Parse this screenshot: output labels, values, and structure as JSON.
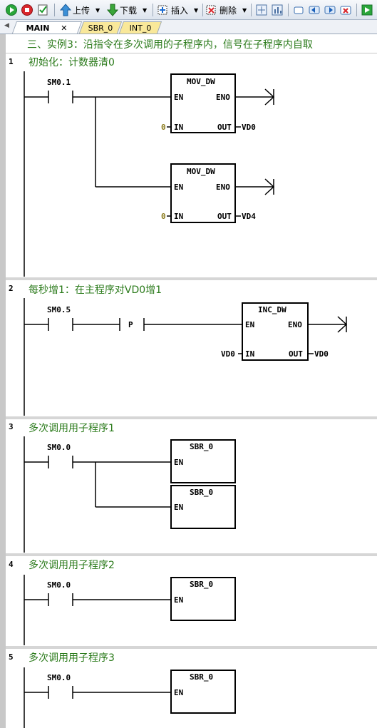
{
  "toolbar": {
    "run_icon": "run-icon",
    "stop_icon": "stop-icon",
    "compile_icon": "compile-icon",
    "upload_label": "上传",
    "download_label": "下载",
    "insert_label": "插入",
    "delete_label": "删除"
  },
  "tabs": [
    {
      "label": "MAIN"
    },
    {
      "label": "SBR_0"
    },
    {
      "label": "INT_0"
    }
  ],
  "header_comment": "三、实例3：沿指令在多次调用的子程序内，信号在子程序内自取",
  "networks": [
    {
      "number": "1",
      "comment": "初始化：计数器清0",
      "contact": "SM0.1",
      "boxes": [
        {
          "title": "MOV_DW",
          "en": "EN",
          "eno": "ENO",
          "in_label": "IN",
          "in_value": "0",
          "out_label": "OUT",
          "out_value": "VD0"
        },
        {
          "title": "MOV_DW",
          "en": "EN",
          "eno": "ENO",
          "in_label": "IN",
          "in_value": "0",
          "out_label": "OUT",
          "out_value": "VD4"
        }
      ]
    },
    {
      "number": "2",
      "comment": "每秒增1：在主程序对VD0增1",
      "contact": "SM0.5",
      "edge": "P",
      "box": {
        "title": "INC_DW",
        "en": "EN",
        "eno": "ENO",
        "in_label": "IN",
        "in_value": "VD0",
        "out_label": "OUT",
        "out_value": "VD0"
      }
    },
    {
      "number": "3",
      "comment": "多次调用用子程序1",
      "contact": "SM0.0",
      "boxes": [
        {
          "title": "SBR_0",
          "en": "EN"
        },
        {
          "title": "SBR_0",
          "en": "EN"
        }
      ]
    },
    {
      "number": "4",
      "comment": "多次调用用子程序2",
      "contact": "SM0.0",
      "box": {
        "title": "SBR_0",
        "en": "EN"
      }
    },
    {
      "number": "5",
      "comment": "多次调用用子程序3",
      "contact": "SM0.0",
      "box": {
        "title": "SBR_0",
        "en": "EN"
      }
    }
  ]
}
